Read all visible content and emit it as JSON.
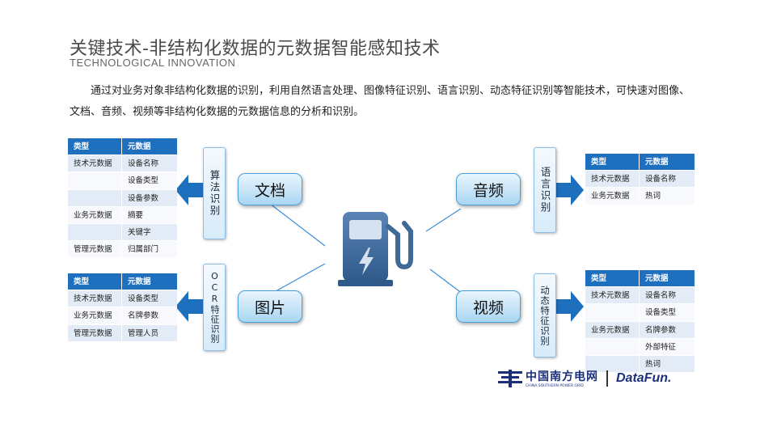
{
  "title": "关键技术-非结构化数据的元数据智能感知技术",
  "subtitle": "TECHNOLOGICAL INNOVATION",
  "paragraph": "通过对业务对象非结构化数据的识别，利用自然语言处理、图像特征识别、语言识别、动态特征识别等智能技术，可快速对图像、文档、音频、视频等非结构化数据的元数据信息的分析和识别。",
  "colors": {
    "header": "#1f6fbf",
    "arrow": "#1f6fbf",
    "box_border": "#4a9fda",
    "pump": "#3f6996"
  },
  "center_icon": "fuel-pump-icon",
  "media": {
    "doc": "文档",
    "image": "图片",
    "audio": "音频",
    "video": "视频"
  },
  "methods": {
    "doc": "算法识别",
    "image": "OCR特征识别",
    "audio": "语言识别",
    "video": "动态特征识别"
  },
  "tables": {
    "doc": {
      "headers": [
        "类型",
        "元数据"
      ],
      "rows": [
        [
          "技术元数据",
          "设备名称"
        ],
        [
          "",
          "设备类型"
        ],
        [
          "",
          "设备参数"
        ],
        [
          "业务元数据",
          "摘要"
        ],
        [
          "",
          "关键字"
        ],
        [
          "管理元数据",
          "归属部门"
        ]
      ]
    },
    "image": {
      "headers": [
        "类型",
        "元数据"
      ],
      "rows": [
        [
          "技术元数据",
          "设备类型"
        ],
        [
          "业务元数据",
          "名牌参数"
        ],
        [
          "管理元数据",
          "管理人员"
        ]
      ]
    },
    "audio": {
      "headers": [
        "类型",
        "元数据"
      ],
      "rows": [
        [
          "技术元数据",
          "设备名称"
        ],
        [
          "业务元数据",
          "热词"
        ]
      ]
    },
    "video": {
      "headers": [
        "类型",
        "元数据"
      ],
      "rows": [
        [
          "技术元数据",
          "设备名称"
        ],
        [
          "",
          "设备类型"
        ],
        [
          "业务元数据",
          "名牌参数"
        ],
        [
          "",
          "外部特征"
        ],
        [
          "",
          "热词"
        ]
      ]
    }
  },
  "footer": {
    "sgcc_cn": "中国南方电网",
    "sgcc_en": "CHINA SOUTHERN POWER GRID",
    "datafun": "DataFun."
  }
}
